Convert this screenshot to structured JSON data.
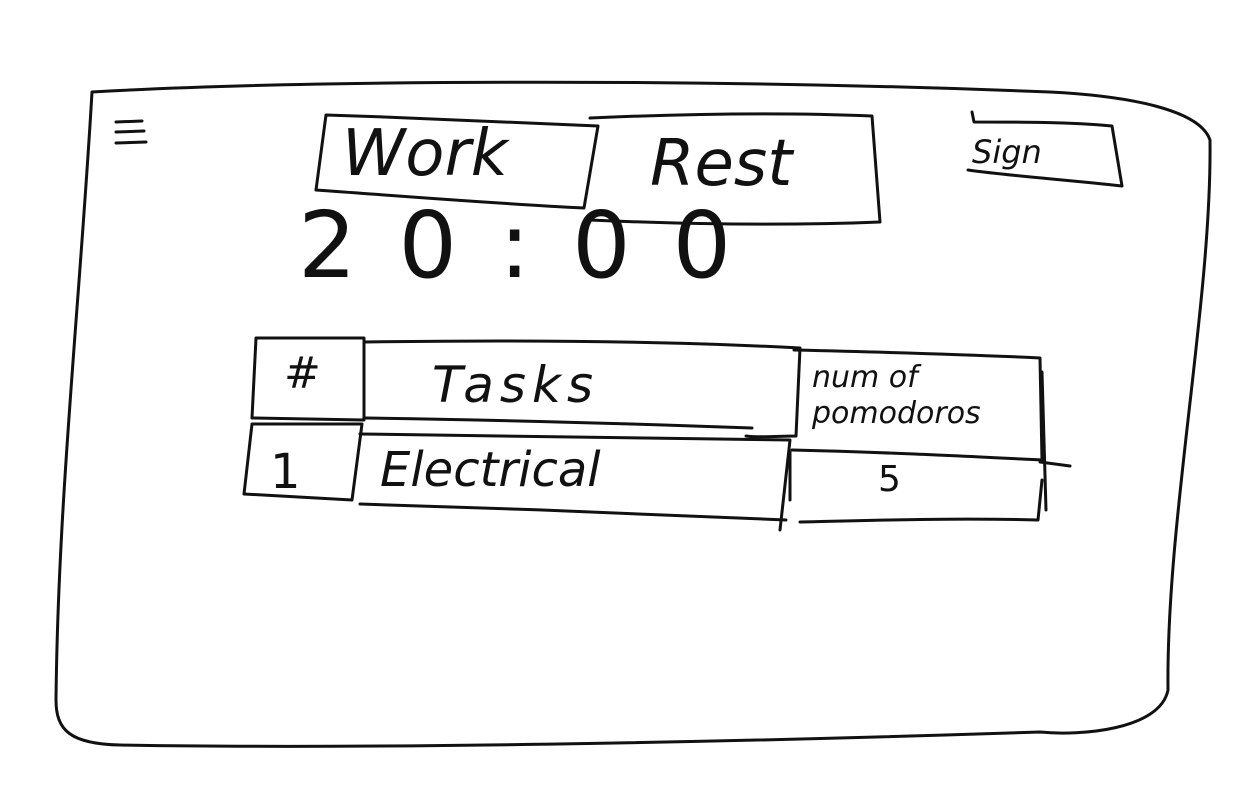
{
  "header": {
    "menu_icon": "hamburger-menu-icon",
    "tabs": [
      {
        "label": "Work"
      },
      {
        "label": "Rest"
      }
    ],
    "sign_label": "Sign"
  },
  "timer": {
    "display": "20:00"
  },
  "task_table": {
    "columns": [
      "#",
      "Tasks",
      "num of pomodoros"
    ],
    "rows": [
      {
        "num": "1",
        "task": "Electrical",
        "pomodoros": "5"
      }
    ]
  }
}
